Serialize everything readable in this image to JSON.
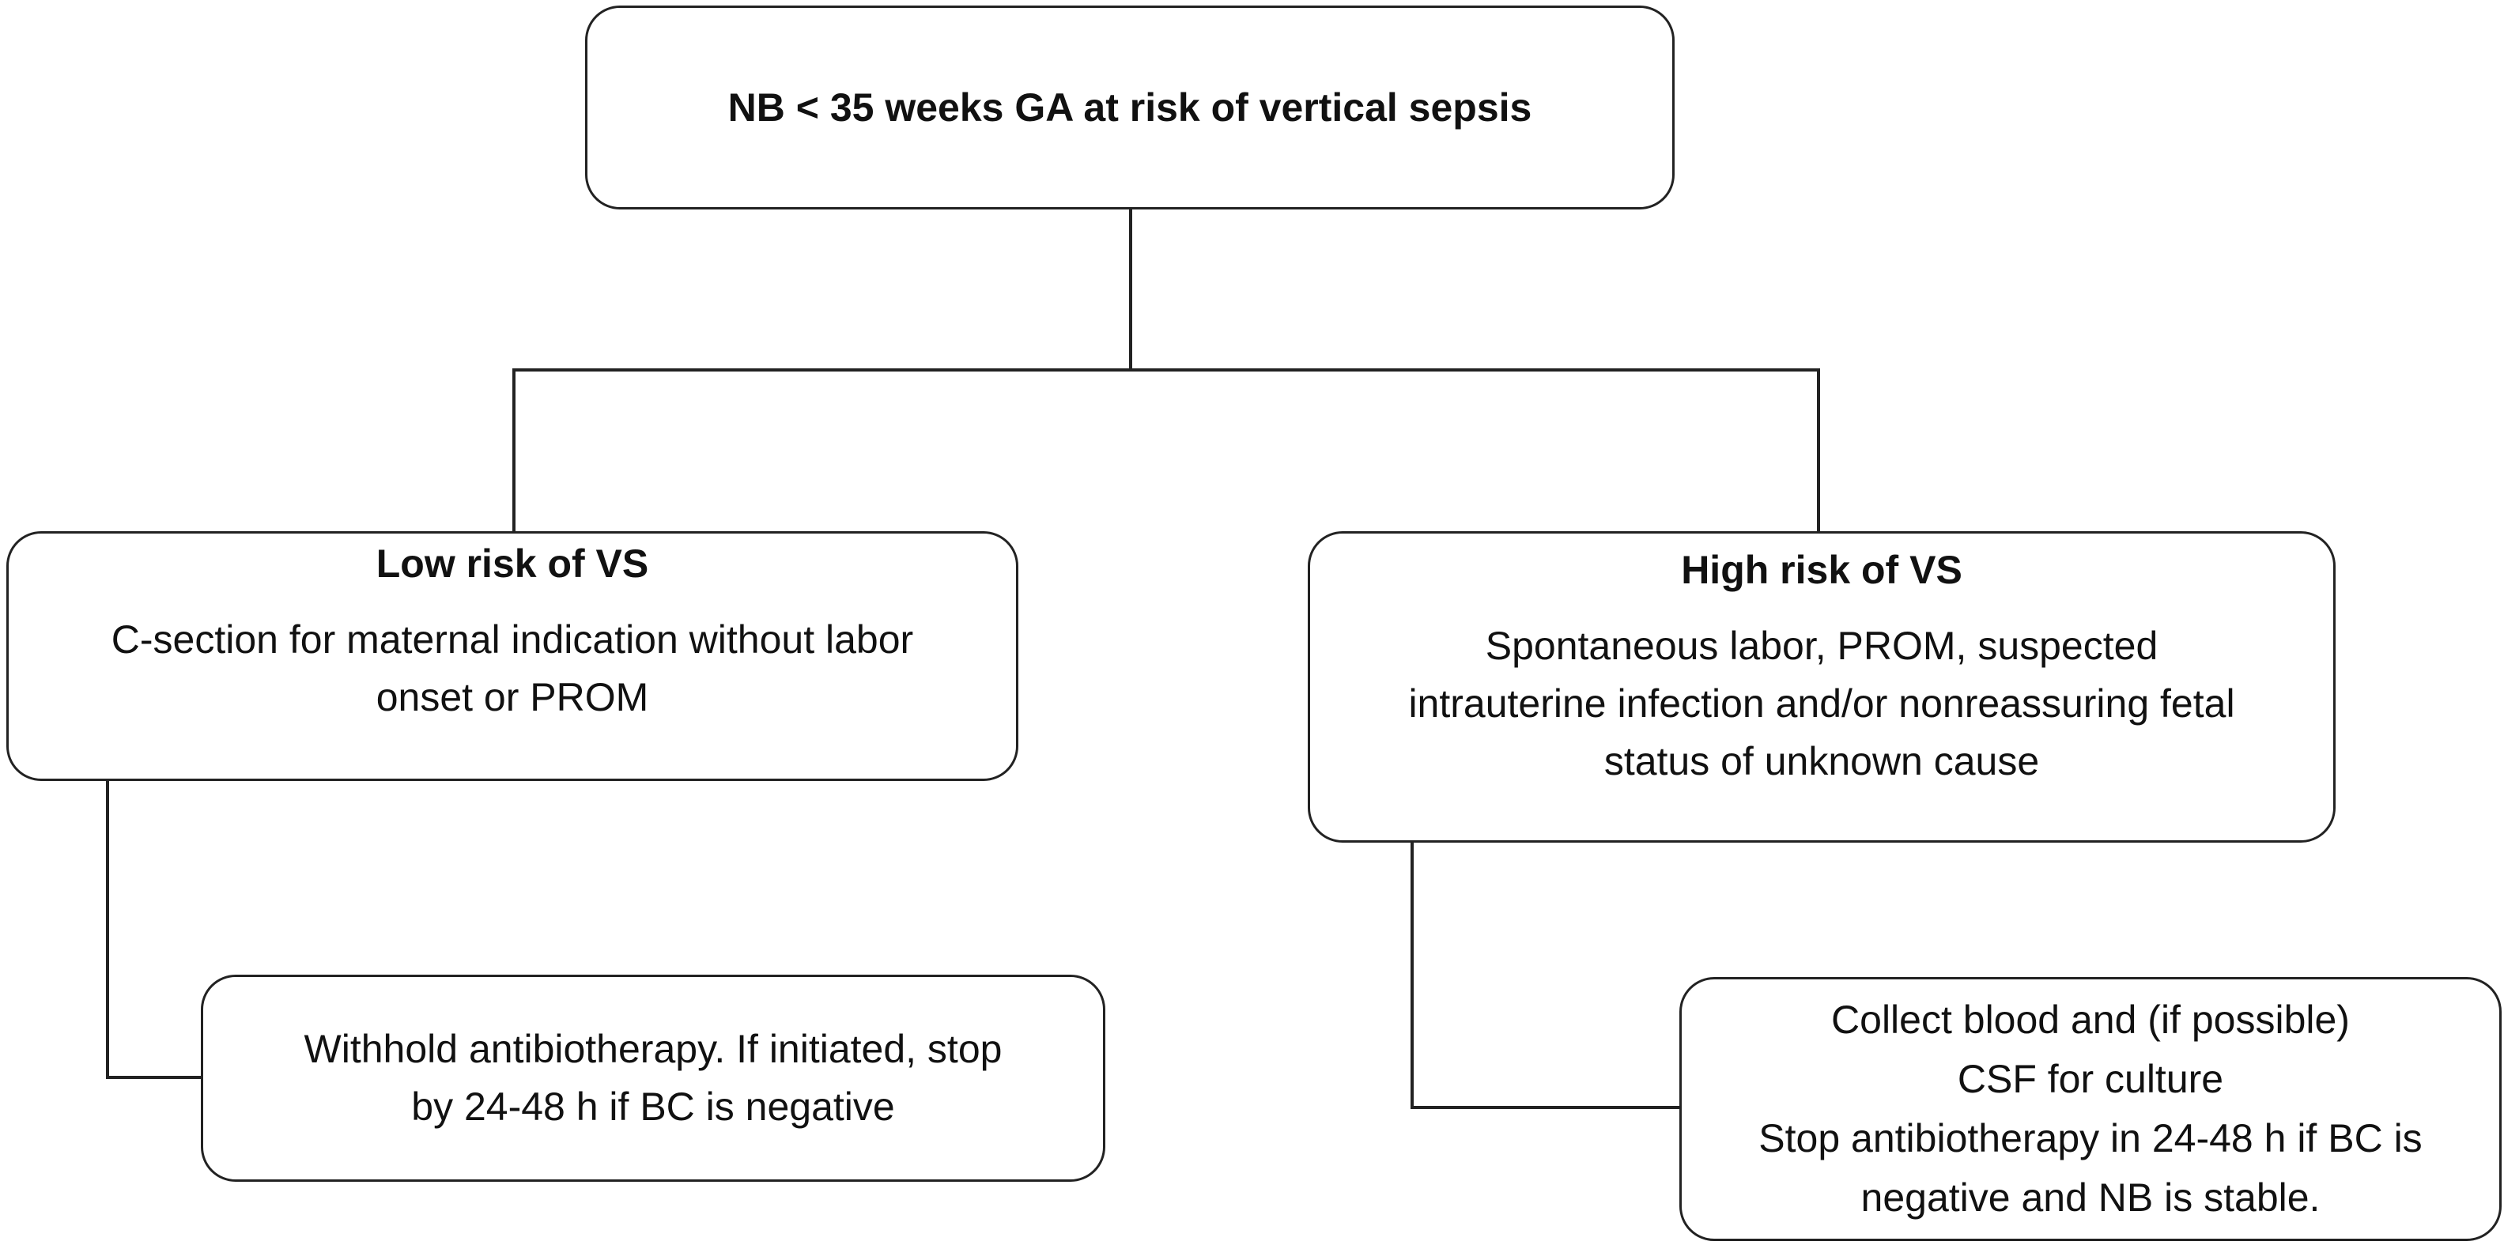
{
  "root": {
    "title": "NB < 35 weeks GA at risk of vertical sepsis"
  },
  "low_risk": {
    "title": "Low risk of VS",
    "lines": [
      "C-section for maternal indication without labor",
      "onset or PROM"
    ]
  },
  "high_risk": {
    "title": "High risk of VS",
    "lines": [
      "Spontaneous labor, PROM, suspected",
      "intrauterine infection and/or nonreassuring fetal",
      "status of unknown cause"
    ]
  },
  "low_action": {
    "lines": [
      "Withhold antibiotherapy. If initiated, stop",
      "by 24-48 h if BC is negative"
    ]
  },
  "high_action": {
    "lines": [
      "Collect blood and (if possible)",
      "CSF for culture",
      "Stop antibiotherapy in 24-48 h if BC is",
      "negative and NB is stable."
    ]
  }
}
